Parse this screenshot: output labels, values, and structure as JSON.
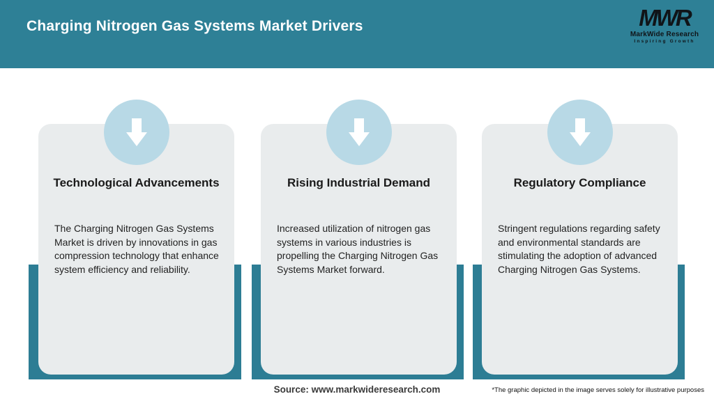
{
  "header": {
    "title": "Charging Nitrogen Gas Systems Market Drivers",
    "logo": {
      "acronym": "MWR",
      "name": "MarkWide Research",
      "tagline": "Inspiring Growth"
    }
  },
  "cards": [
    {
      "icon": "down-arrow-icon",
      "title": "Technological Advancements",
      "body": "The Charging Nitrogen Gas Systems Market is driven by innovations in gas compression technology that enhance system efficiency and reliability."
    },
    {
      "icon": "down-arrow-icon",
      "title": "Rising Industrial Demand",
      "body": "Increased utilization of nitrogen gas systems in various industries is propelling the Charging Nitrogen Gas Systems Market forward."
    },
    {
      "icon": "down-arrow-icon",
      "title": "Regulatory Compliance",
      "body": "Stringent regulations regarding safety and environmental standards are stimulating the adoption of advanced Charging Nitrogen Gas Systems."
    }
  ],
  "footer": {
    "source": "Source: www.markwideresearch.com",
    "disclaimer": "*The graphic depicted in the image serves solely for illustrative purposes"
  },
  "colors": {
    "header_teal": "#2e8096",
    "panel_teal": "#2d7d94",
    "card_gray": "#e9eced",
    "circle_blue": "#b8d9e6",
    "title_white": "#ffffff",
    "text_dark": "#222222"
  }
}
